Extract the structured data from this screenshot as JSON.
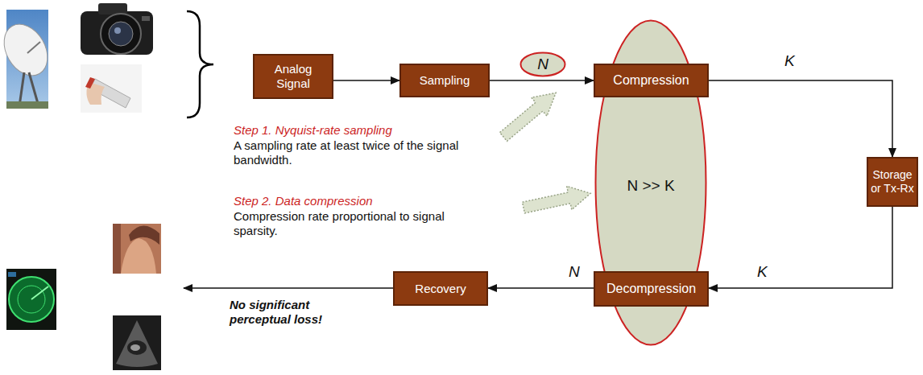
{
  "diagram": {
    "nodes": [
      {
        "text": [
          "Analog Signal"
        ]
      },
      {
        "text": [
          "Sampling"
        ]
      },
      {
        "text": [
          "N"
        ]
      },
      {
        "text": [
          "N >> K"
        ]
      },
      {
        "text": [
          "Compression"
        ],
        "in": 3
      },
      {
        "text": [
          "Storage or Tx-Rx"
        ]
      },
      {
        "text": [
          "Decompression"
        ],
        "in": 3
      },
      {
        "text": [
          "Recovery"
        ]
      }
    ],
    "edges": [
      {
        "from": 0,
        "to": 1,
        "arrow": "to"
      },
      {
        "from": 1,
        "to": 4,
        "arrow": "to"
      },
      {
        "from": 4,
        "to": 5,
        "label": "K",
        "arrow": "to"
      },
      {
        "from": 5,
        "to": 6,
        "label": "K",
        "arrow": "to"
      },
      {
        "from": 6,
        "to": 7,
        "label": "N",
        "arrow": "to"
      }
    ],
    "labels": [
      "Step 1. Nyquist-rate sampling",
      "A sampling rate at least twice of the signal bandwidth.",
      "Step 2. Data compression",
      "Compression rate proportional to signal sparsity.",
      "No significant perceptual loss!"
    ]
  }
}
